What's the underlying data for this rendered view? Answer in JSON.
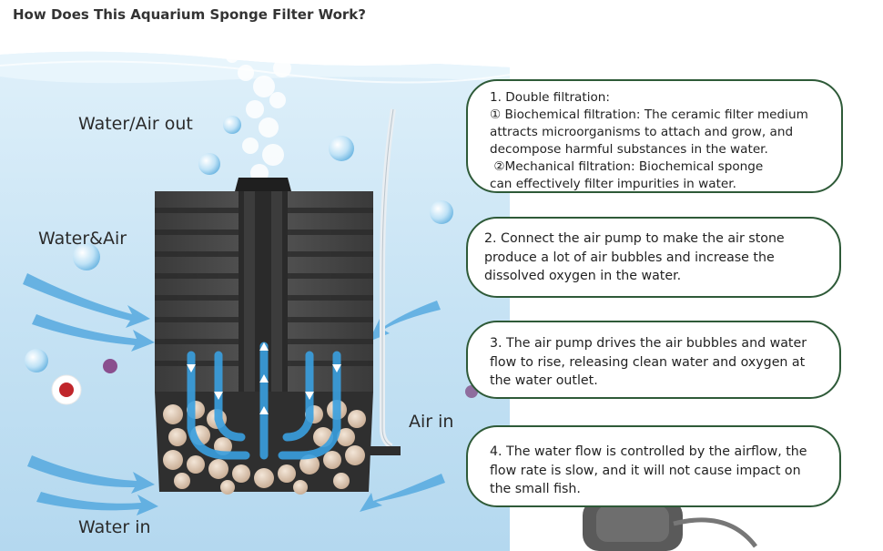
{
  "title": "How Does This Aquarium Sponge Filter Work?",
  "labels": {
    "water_air_out": "Water/Air out",
    "water_and_air": "Water&Air",
    "air_in": "Air in",
    "water_in": "Water in"
  },
  "callouts": [
    {
      "lines": [
        "1. Double filtration:",
        "① Biochemical filtration: The ceramic filter medium",
        "attracts microorganisms to attach and grow, and",
        "decompose harmful substances in the water.",
        " ②Mechanical filtration: Biochemical sponge",
        "can effectively filter impurities in water."
      ]
    },
    {
      "lines": [
        "2. Connect the air pump to make the air stone",
        "produce a lot of air bubbles and increase the",
        "dissolved oxygen in the water."
      ]
    },
    {
      "lines": [
        "3. The air pump drives the air bubbles and water",
        "flow to rise, releasing clean water and oxygen at",
        "the water outlet."
      ]
    },
    {
      "lines": [
        "4. The water flow is controlled by the airflow, the",
        "flow rate is slow, and it will not cause impact on",
        "the small fish."
      ]
    }
  ],
  "colors": {
    "border": "#2e5a38",
    "water": "#cfe8f6",
    "flow_arrow": "#3aa0e0",
    "sponge": "#4a4a4a"
  }
}
